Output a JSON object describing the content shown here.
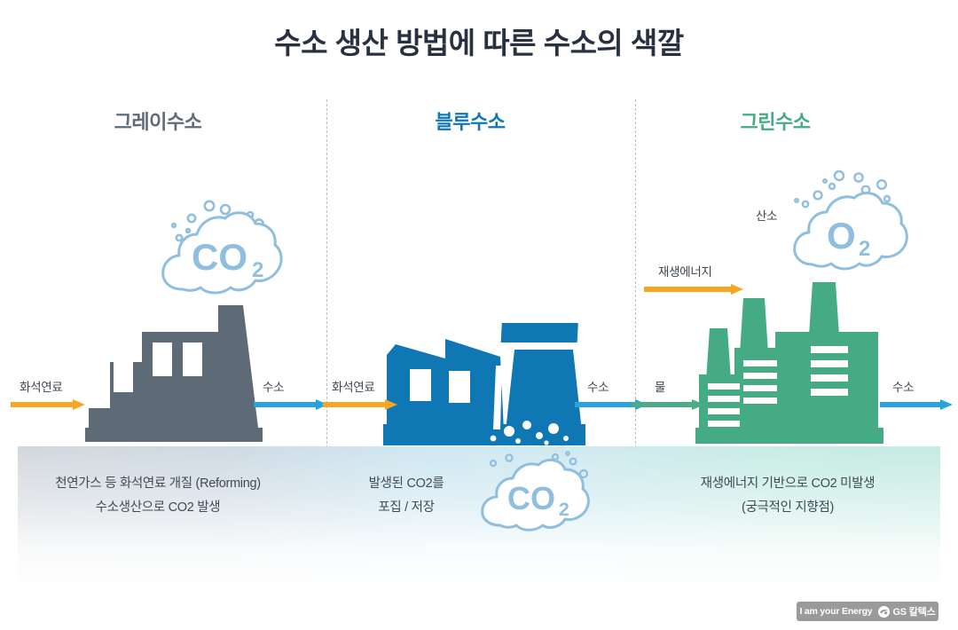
{
  "page": {
    "title": "수소 생산 방법에 따른 수소의 색깔"
  },
  "colors": {
    "gray": "#5d6b7a",
    "blue": "#1077b5",
    "green": "#45ab84",
    "arrow_orange": "#f5a623",
    "arrow_blue": "#29a3dc",
    "arrow_green": "#4bad88",
    "cloud_outline": "#8fbede",
    "title_navy": "#27313f"
  },
  "columns": [
    {
      "id": "gray-hydrogen",
      "heading": "그레이수소",
      "input_label": "화석연료",
      "output_label": "수소",
      "cloud_label": "CO",
      "cloud_sub": "2",
      "caption_line1": "천연가스 등 화석연료 개질 (Reforming)",
      "caption_line2": "수소생산으로 CO2 발생"
    },
    {
      "id": "blue-hydrogen",
      "heading": "블루수소",
      "input_label": "화석연료",
      "output_label": "수소",
      "cloud_label": "CO",
      "cloud_sub": "2",
      "caption_line1": "발생된 CO2를",
      "caption_line2": "포집 / 저장"
    },
    {
      "id": "green-hydrogen",
      "heading": "그린수소",
      "input_label": "물",
      "energy_label": "재생에너지",
      "oxygen_label": "산소",
      "output_label": "수소",
      "cloud_label": "O",
      "cloud_sub": "2",
      "caption_line1": "재생에너지 기반으로 CO2 미발생",
      "caption_line2": "(궁극적인 지향점)"
    }
  ],
  "footer": {
    "tagline": "I am your Energy",
    "brand": "GS 칼텍스"
  }
}
